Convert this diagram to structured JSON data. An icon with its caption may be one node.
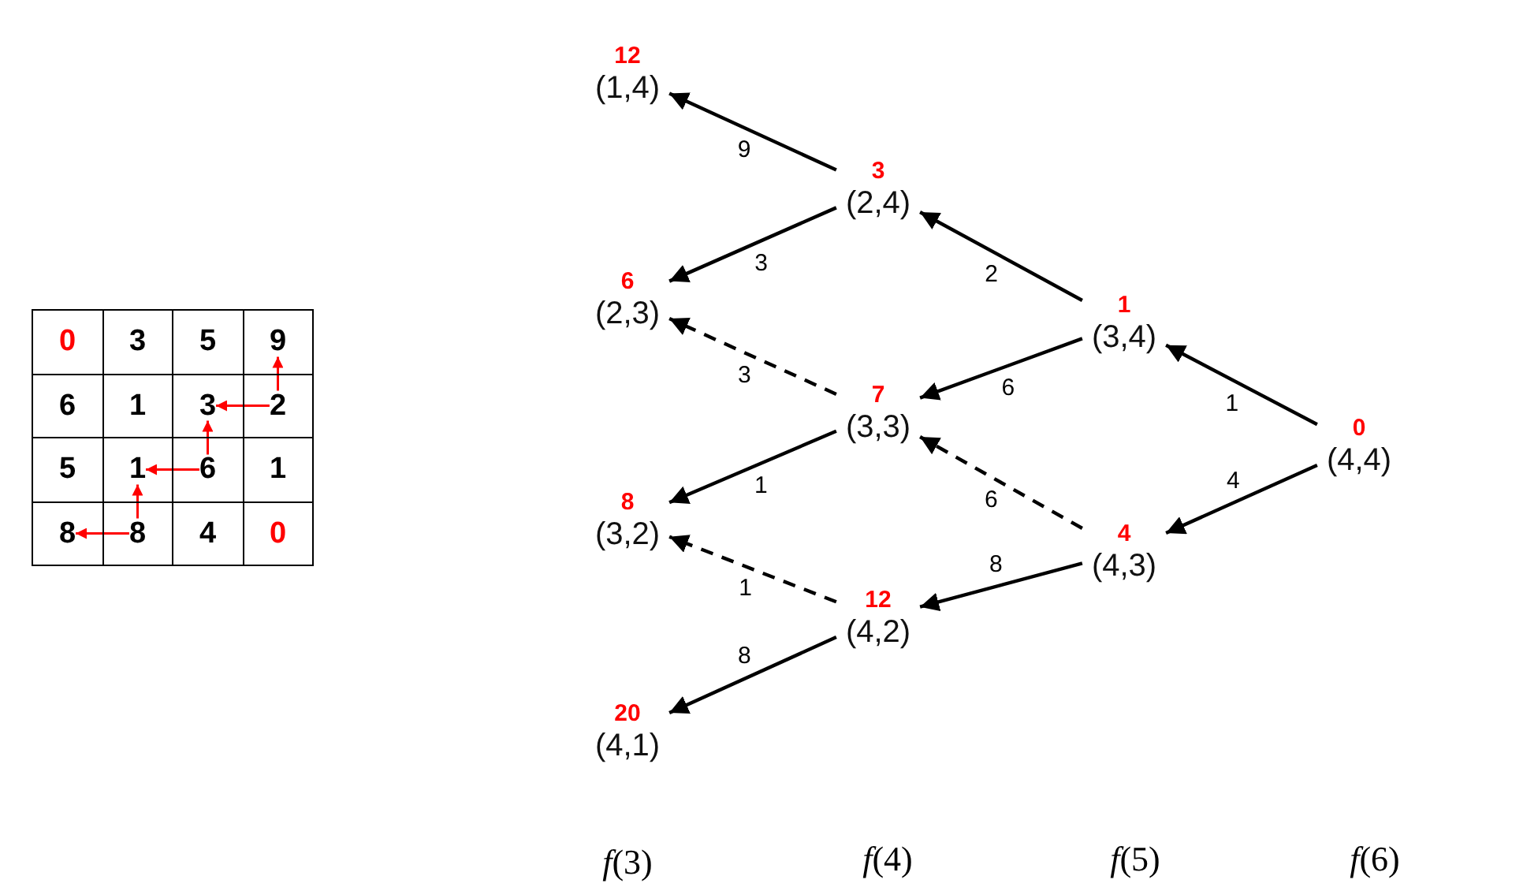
{
  "diagram": {
    "nodes": [
      {
        "text": [
          "0"
        ]
      },
      {
        "text": [
          "3"
        ]
      },
      {
        "text": [
          "5"
        ]
      },
      {
        "text": [
          "9"
        ]
      },
      {
        "text": [
          "6"
        ]
      },
      {
        "text": [
          "1"
        ]
      },
      {
        "text": [
          "3"
        ]
      },
      {
        "text": [
          "2"
        ]
      },
      {
        "text": [
          "5"
        ]
      },
      {
        "text": [
          "1"
        ]
      },
      {
        "text": [
          "6"
        ]
      },
      {
        "text": [
          "1"
        ]
      },
      {
        "text": [
          "8"
        ]
      },
      {
        "text": [
          "8"
        ]
      },
      {
        "text": [
          "4"
        ]
      },
      {
        "text": [
          "0"
        ]
      },
      {
        "text": [
          "12",
          "(1,4)"
        ]
      },
      {
        "text": [
          "3",
          "(2,4)"
        ]
      },
      {
        "text": [
          "6",
          "(2,3)"
        ]
      },
      {
        "text": [
          "1",
          "(3,4)"
        ]
      },
      {
        "text": [
          "7",
          "(3,3)"
        ]
      },
      {
        "text": [
          "0",
          "(4,4)"
        ]
      },
      {
        "text": [
          "8",
          "(3,2)"
        ]
      },
      {
        "text": [
          "4",
          "(4,3)"
        ]
      },
      {
        "text": [
          "12",
          "(4,2)"
        ]
      },
      {
        "text": [
          "20",
          "(4,1)"
        ]
      }
    ],
    "edges": [
      {
        "from": 7,
        "to": 3,
        "arrow": "to",
        "color": "#ff0000"
      },
      {
        "from": 7,
        "to": 6,
        "arrow": "to",
        "color": "#ff0000"
      },
      {
        "from": 10,
        "to": 6,
        "arrow": "to",
        "color": "#ff0000"
      },
      {
        "from": 10,
        "to": 9,
        "arrow": "to",
        "color": "#ff0000"
      },
      {
        "from": 13,
        "to": 9,
        "arrow": "to",
        "color": "#ff0000"
      },
      {
        "from": 13,
        "to": 12,
        "arrow": "to",
        "color": "#ff0000"
      },
      {
        "from": 17,
        "to": 16,
        "arrow": "to",
        "label": "9"
      },
      {
        "from": 17,
        "to": 18,
        "arrow": "to",
        "label": "3"
      },
      {
        "from": 20,
        "to": 18,
        "arrow": "to",
        "label": "3",
        "style": "dashed"
      },
      {
        "from": 19,
        "to": 17,
        "arrow": "to",
        "label": "2"
      },
      {
        "from": 19,
        "to": 20,
        "arrow": "to",
        "label": "6"
      },
      {
        "from": 23,
        "to": 20,
        "arrow": "to",
        "label": "6",
        "style": "dashed"
      },
      {
        "from": 21,
        "to": 19,
        "arrow": "to",
        "label": "1"
      },
      {
        "from": 21,
        "to": 23,
        "arrow": "to",
        "label": "4"
      },
      {
        "from": 20,
        "to": 22,
        "arrow": "to",
        "label": "1"
      },
      {
        "from": 24,
        "to": 22,
        "arrow": "to",
        "label": "1",
        "style": "dashed"
      },
      {
        "from": 23,
        "to": 24,
        "arrow": "to",
        "label": "8"
      },
      {
        "from": 24,
        "to": 25,
        "arrow": "to",
        "label": "8"
      }
    ],
    "labels": [
      "*f*(3)",
      "*f*(4)",
      "*f*(5)",
      "*f*(6)"
    ]
  }
}
